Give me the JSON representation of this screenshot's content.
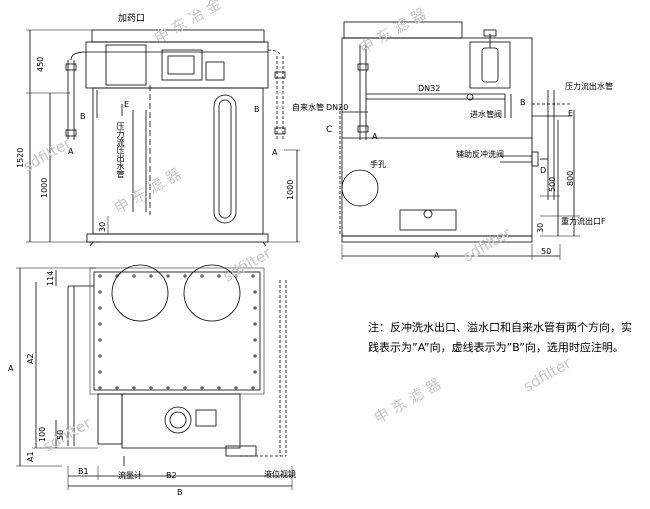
{
  "labels": {
    "dosing_port": "加药口",
    "tap_water_pipe": "自来水管",
    "dn20": "DN20",
    "dn32": "DN32",
    "pressure_outlet": "压力流出水管",
    "inlet_valve": "进水管阀",
    "hand_hole": "手孔",
    "backwash_valve": "辅助反冲洗阀",
    "gravity_outlet": "重力流出口F",
    "pressure_pipe_vertical": "压力流压出水管",
    "flowmeter": "流量计",
    "level_gauge": "液位视镜"
  },
  "letters": {
    "a": "A",
    "b": "B",
    "c": "C",
    "d": "D",
    "e": "E",
    "a1": "A1",
    "a2": "A2",
    "b1": "B1",
    "b2": "B2"
  },
  "dimensions": {
    "d450": "450",
    "d1520": "1520",
    "d1000": "1000",
    "d30": "30",
    "d500": "500",
    "d800": "800",
    "d50": "50",
    "d114": "114",
    "d100": "100"
  },
  "note": "注：反冲洗水出口、溢水口和自来水管有两个方向，实践表示为”A”向，虚线表示为”B”向，选用时应注明。",
  "watermarks": [
    "申 东 滤 器",
    "sdfilter",
    "申 东 冶 金"
  ]
}
